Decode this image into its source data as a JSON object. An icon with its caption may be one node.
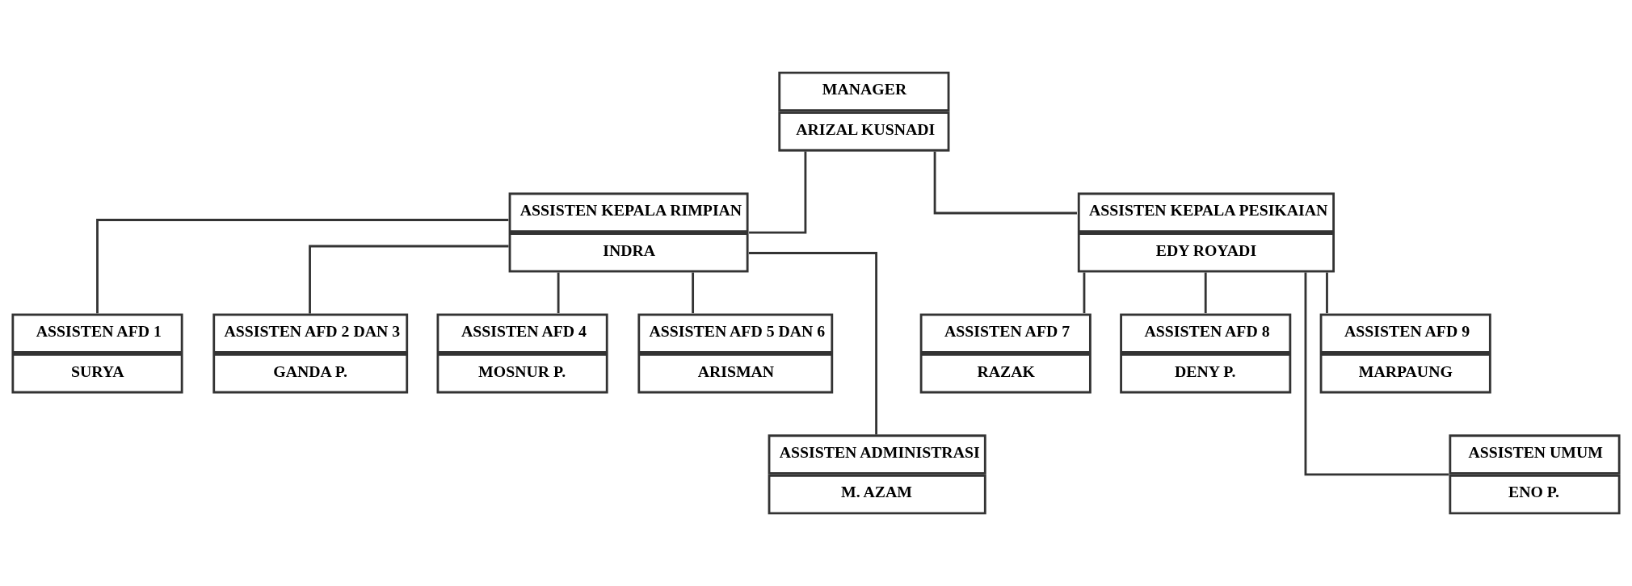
{
  "diagram": {
    "nodes": [
      {
        "text": [
          "MANAGER",
          "ARIZAL KUSNADI"
        ]
      },
      {
        "text": [
          "ASSISTEN KEPALA RIMPIAN",
          "INDRA"
        ]
      },
      {
        "text": [
          "ASSISTEN KEPALA PESIKAIAN",
          "EDY ROYADI"
        ]
      },
      {
        "text": [
          "ASSISTEN AFD 1",
          "SURYA"
        ]
      },
      {
        "text": [
          "ASSISTEN AFD 2 DAN 3",
          "GANDA P."
        ]
      },
      {
        "text": [
          "ASSISTEN AFD 4",
          "MOSNUR P."
        ]
      },
      {
        "text": [
          "ASSISTEN AFD 5 DAN 6",
          "ARISMAN"
        ]
      },
      {
        "text": [
          "ASSISTEN AFD 7",
          "RAZAK"
        ]
      },
      {
        "text": [
          "ASSISTEN AFD 8",
          "DENY P."
        ]
      },
      {
        "text": [
          "ASSISTEN AFD 9",
          "MARPAUNG"
        ]
      },
      {
        "text": [
          "ASSISTEN ADMINISTRASI",
          "M. AZAM"
        ]
      },
      {
        "text": [
          "ASSISTEN UMUM",
          "ENO P."
        ]
      }
    ],
    "edges": [
      {
        "from": 0,
        "to": 1,
        "arrow": "none"
      },
      {
        "from": 0,
        "to": 2,
        "arrow": "none"
      },
      {
        "from": 1,
        "to": 3,
        "arrow": "none"
      },
      {
        "from": 1,
        "to": 4,
        "arrow": "none"
      },
      {
        "from": 1,
        "to": 5,
        "arrow": "none"
      },
      {
        "from": 1,
        "to": 6,
        "arrow": "none"
      },
      {
        "from": 2,
        "to": 7,
        "arrow": "none"
      },
      {
        "from": 2,
        "to": 8,
        "arrow": "none"
      },
      {
        "from": 2,
        "to": 9,
        "arrow": "none"
      },
      {
        "from": 1,
        "to": 10,
        "arrow": "none"
      },
      {
        "from": 2,
        "to": 11,
        "arrow": "none"
      }
    ]
  }
}
